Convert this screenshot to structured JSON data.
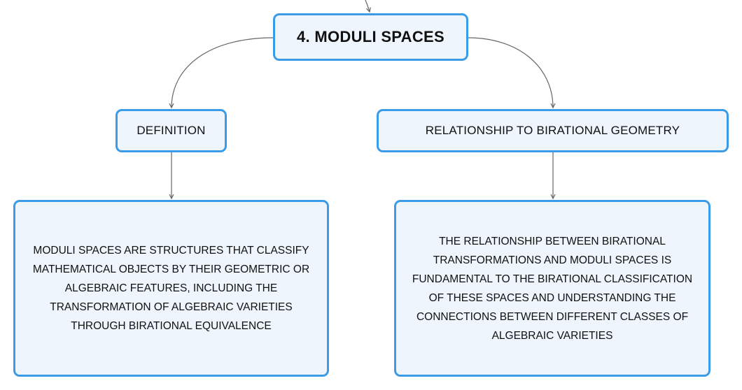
{
  "root": {
    "title": "4. MODULI SPACES"
  },
  "branches": [
    {
      "label": "DEFINITION",
      "detail": "MODULI SPACES ARE STRUCTURES THAT CLASSIFY MATHEMATICAL OBJECTS BY THEIR GEOMETRIC OR ALGEBRAIC FEATURES, INCLUDING THE TRANSFORMATION OF ALGEBRAIC VARIETIES THROUGH BIRATIONAL EQUIVALENCE"
    },
    {
      "label": "RELATIONSHIP TO BIRATIONAL GEOMETRY",
      "detail": "THE RELATIONSHIP BETWEEN BIRATIONAL TRANSFORMATIONS AND MODULI SPACES IS FUNDAMENTAL TO THE BIRATIONAL CLASSIFICATION OF THESE SPACES AND UNDERSTANDING THE CONNECTIONS BETWEEN DIFFERENT CLASSES OF ALGEBRAIC VARIETIES"
    }
  ],
  "colors": {
    "node_border": "#3a9be6",
    "node_fill": "#eef5fc",
    "edge": "#666666",
    "text": "#111111"
  }
}
